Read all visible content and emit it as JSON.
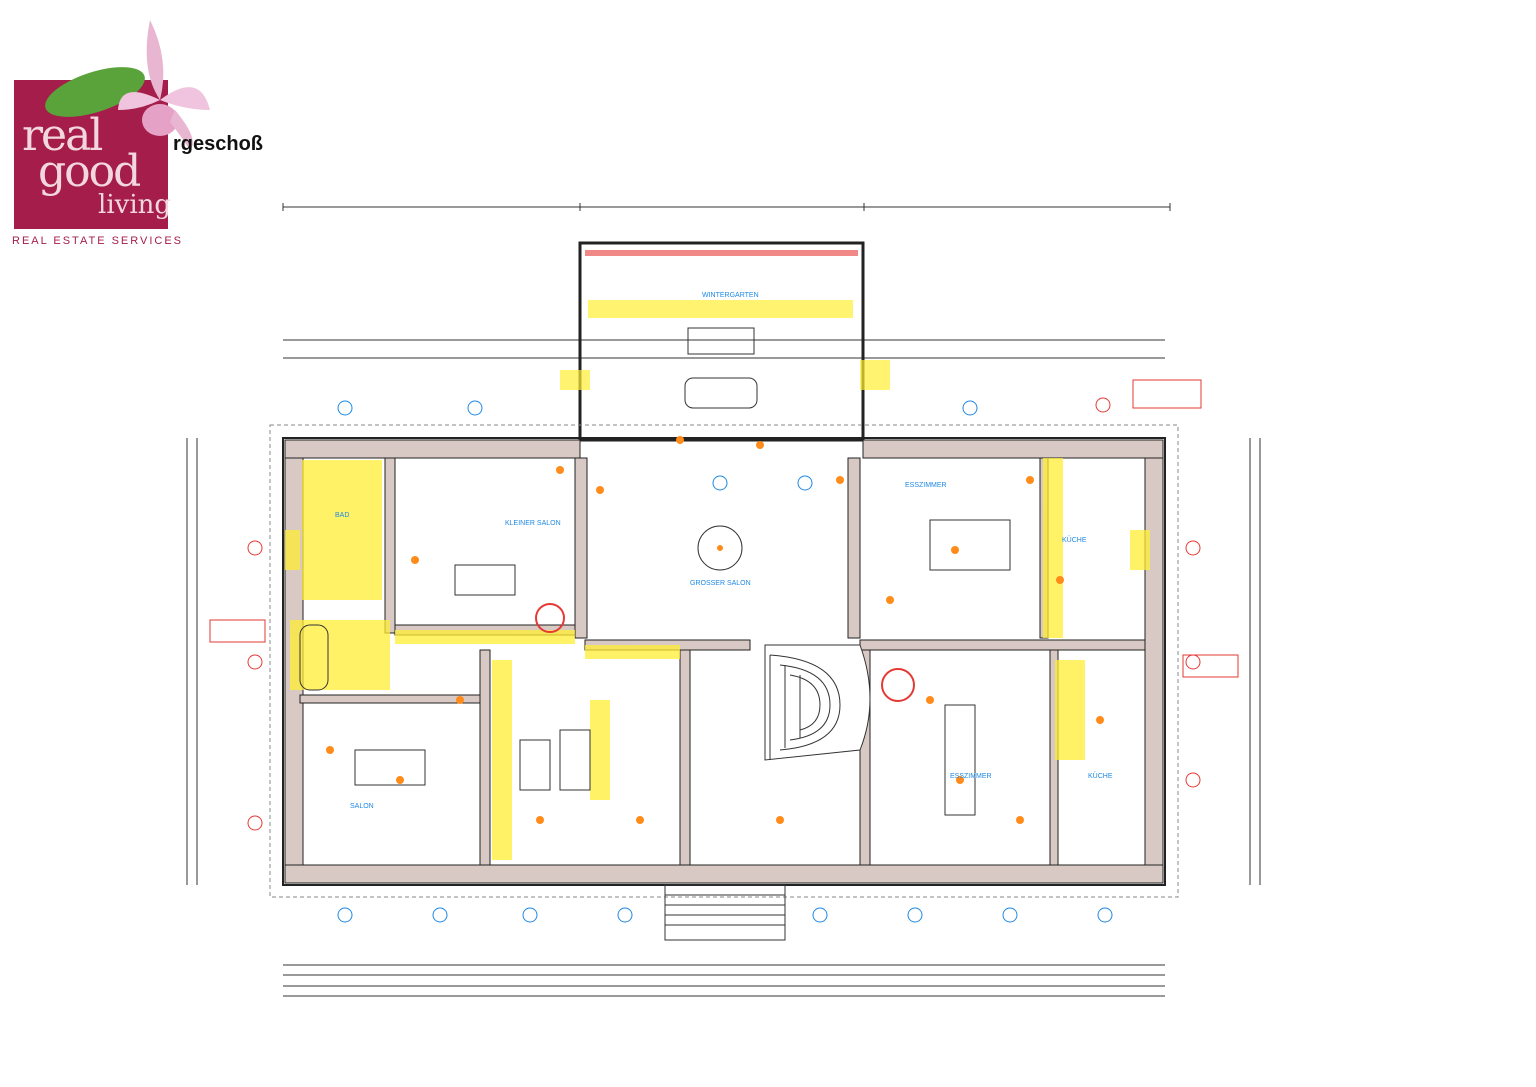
{
  "logo": {
    "line1": "real",
    "line2": "good",
    "line3": "living",
    "tagline": "REAL ESTATE SERVICES",
    "brand_color": "#a51d4a"
  },
  "heading": "rgeschoß",
  "plan": {
    "rooms": [
      {
        "id": "wintergarten",
        "label": "WINTERGARTEN"
      },
      {
        "id": "kleiner-salon",
        "label": "KLEINER SALON"
      },
      {
        "id": "grosser-salon",
        "label": "GROSSER SALON"
      },
      {
        "id": "esszimmer-oben",
        "label": "ESSZIMMER"
      },
      {
        "id": "kueche-oben",
        "label": "KÜCHE"
      },
      {
        "id": "bad",
        "label": "BAD"
      },
      {
        "id": "speisesaal",
        "label": "ESSZIMMER"
      },
      {
        "id": "kueche-unten",
        "label": "KÜCHE"
      },
      {
        "id": "salon-unten",
        "label": "SALON"
      }
    ],
    "colors": {
      "wall": "#d9c9c4",
      "wall_stroke": "#222222",
      "highlight": "#ffee33",
      "annotation": "#ff8c1a",
      "marker": "#1e88e5",
      "redline": "#e53935"
    }
  }
}
